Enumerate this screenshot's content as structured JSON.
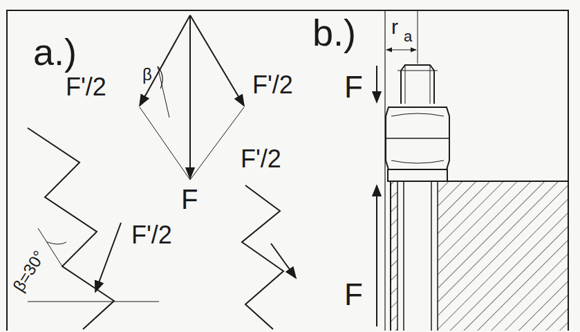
{
  "diagram": {
    "labels": [
      "a.)",
      "F'/2",
      "β",
      "F'/2",
      "F",
      "F'/2",
      "F'/2",
      "β=30°",
      "b.)",
      "r",
      "a",
      "F",
      "F"
    ]
  }
}
